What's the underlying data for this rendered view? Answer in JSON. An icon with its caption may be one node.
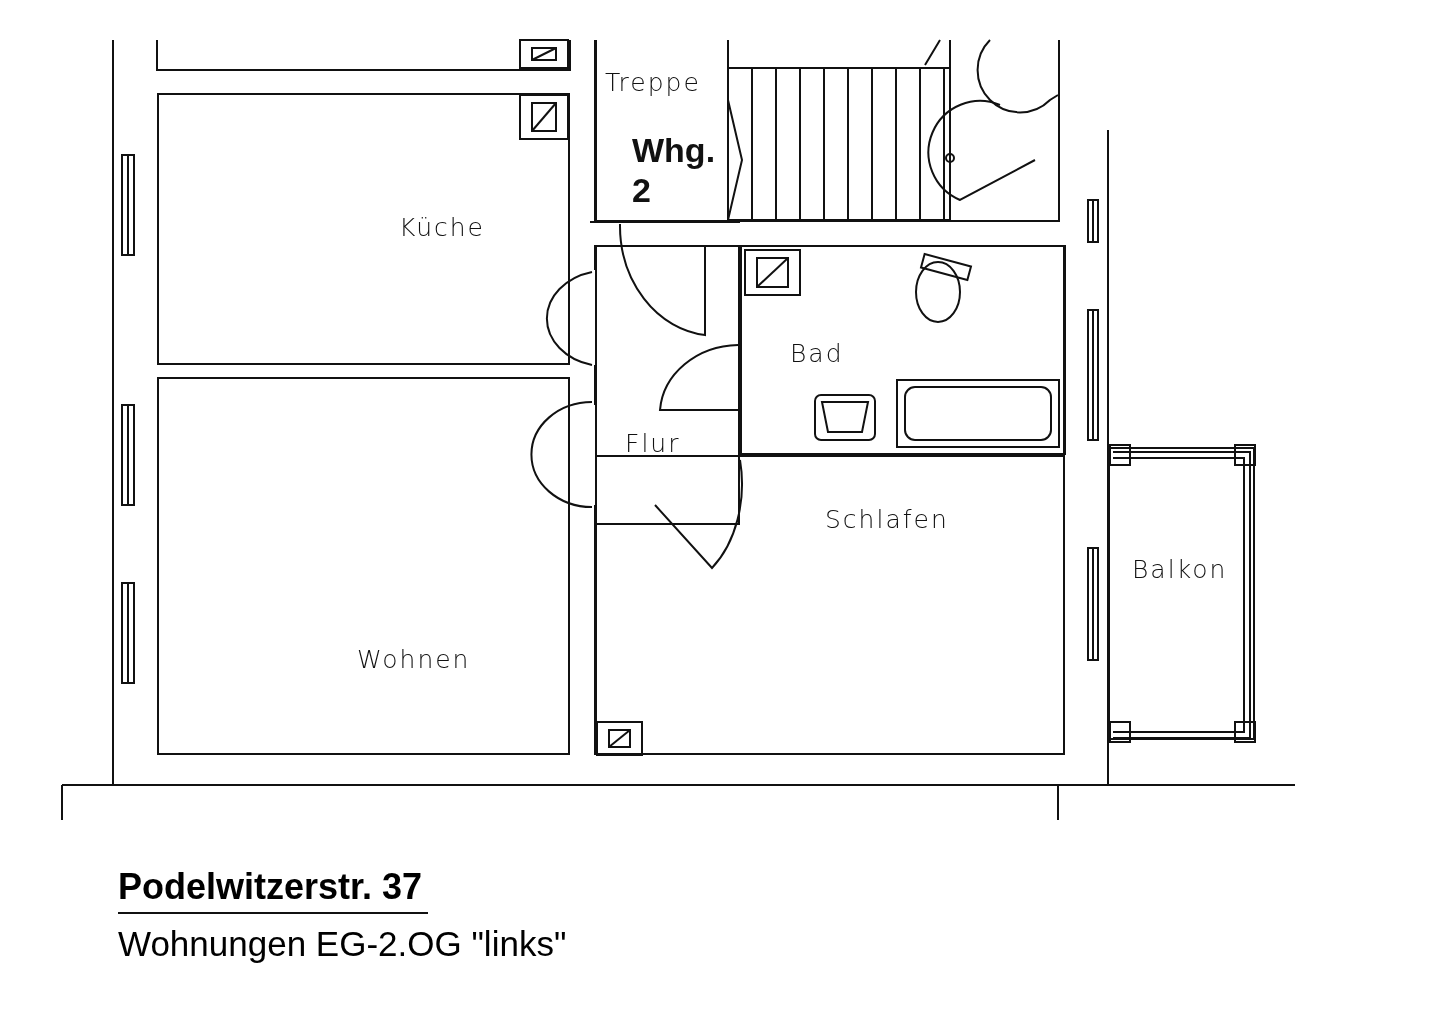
{
  "diagram": {
    "title": "Podelwitzerstr. 37",
    "caption": "Wohnungen EG-2.OG \"links\"",
    "nodes": [
      {
        "text": [
          "Treppe"
        ]
      },
      {
        "text": [
          "Küche"
        ]
      },
      {
        "text": [
          "Bad"
        ]
      },
      {
        "text": [
          "Flur"
        ]
      },
      {
        "text": [
          "Schlafen"
        ]
      },
      {
        "text": [
          "Balkon"
        ]
      },
      {
        "text": [
          "Wohnen"
        ]
      }
    ],
    "labels": [
      "Whg. 2"
    ]
  }
}
